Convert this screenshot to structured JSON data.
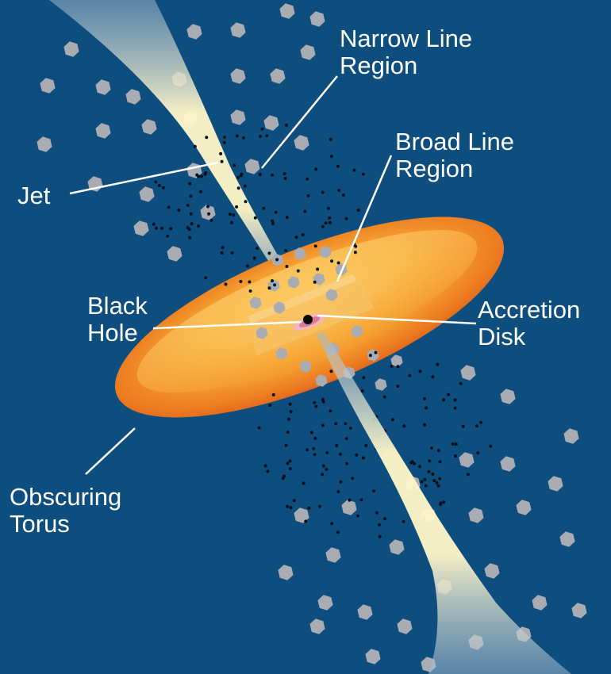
{
  "labels": {
    "narrow_line_region": [
      "Narrow Line",
      "Region"
    ],
    "broad_line_region": [
      "Broad Line",
      "Region"
    ],
    "jet": [
      "Jet"
    ],
    "black_hole": [
      "Black",
      "Hole"
    ],
    "accretion_disk": [
      "Accretion",
      "Disk"
    ],
    "obscuring_torus": [
      "Obscuring",
      "Torus"
    ]
  },
  "colors": {
    "background": "#0e4e7e",
    "torus_outer": "#e0631a",
    "torus_inner": "#ffd36a",
    "jet": "#fff6c8",
    "cloud": "#a9acb3",
    "dot": "#05121e",
    "label_line": "#ffffff"
  }
}
